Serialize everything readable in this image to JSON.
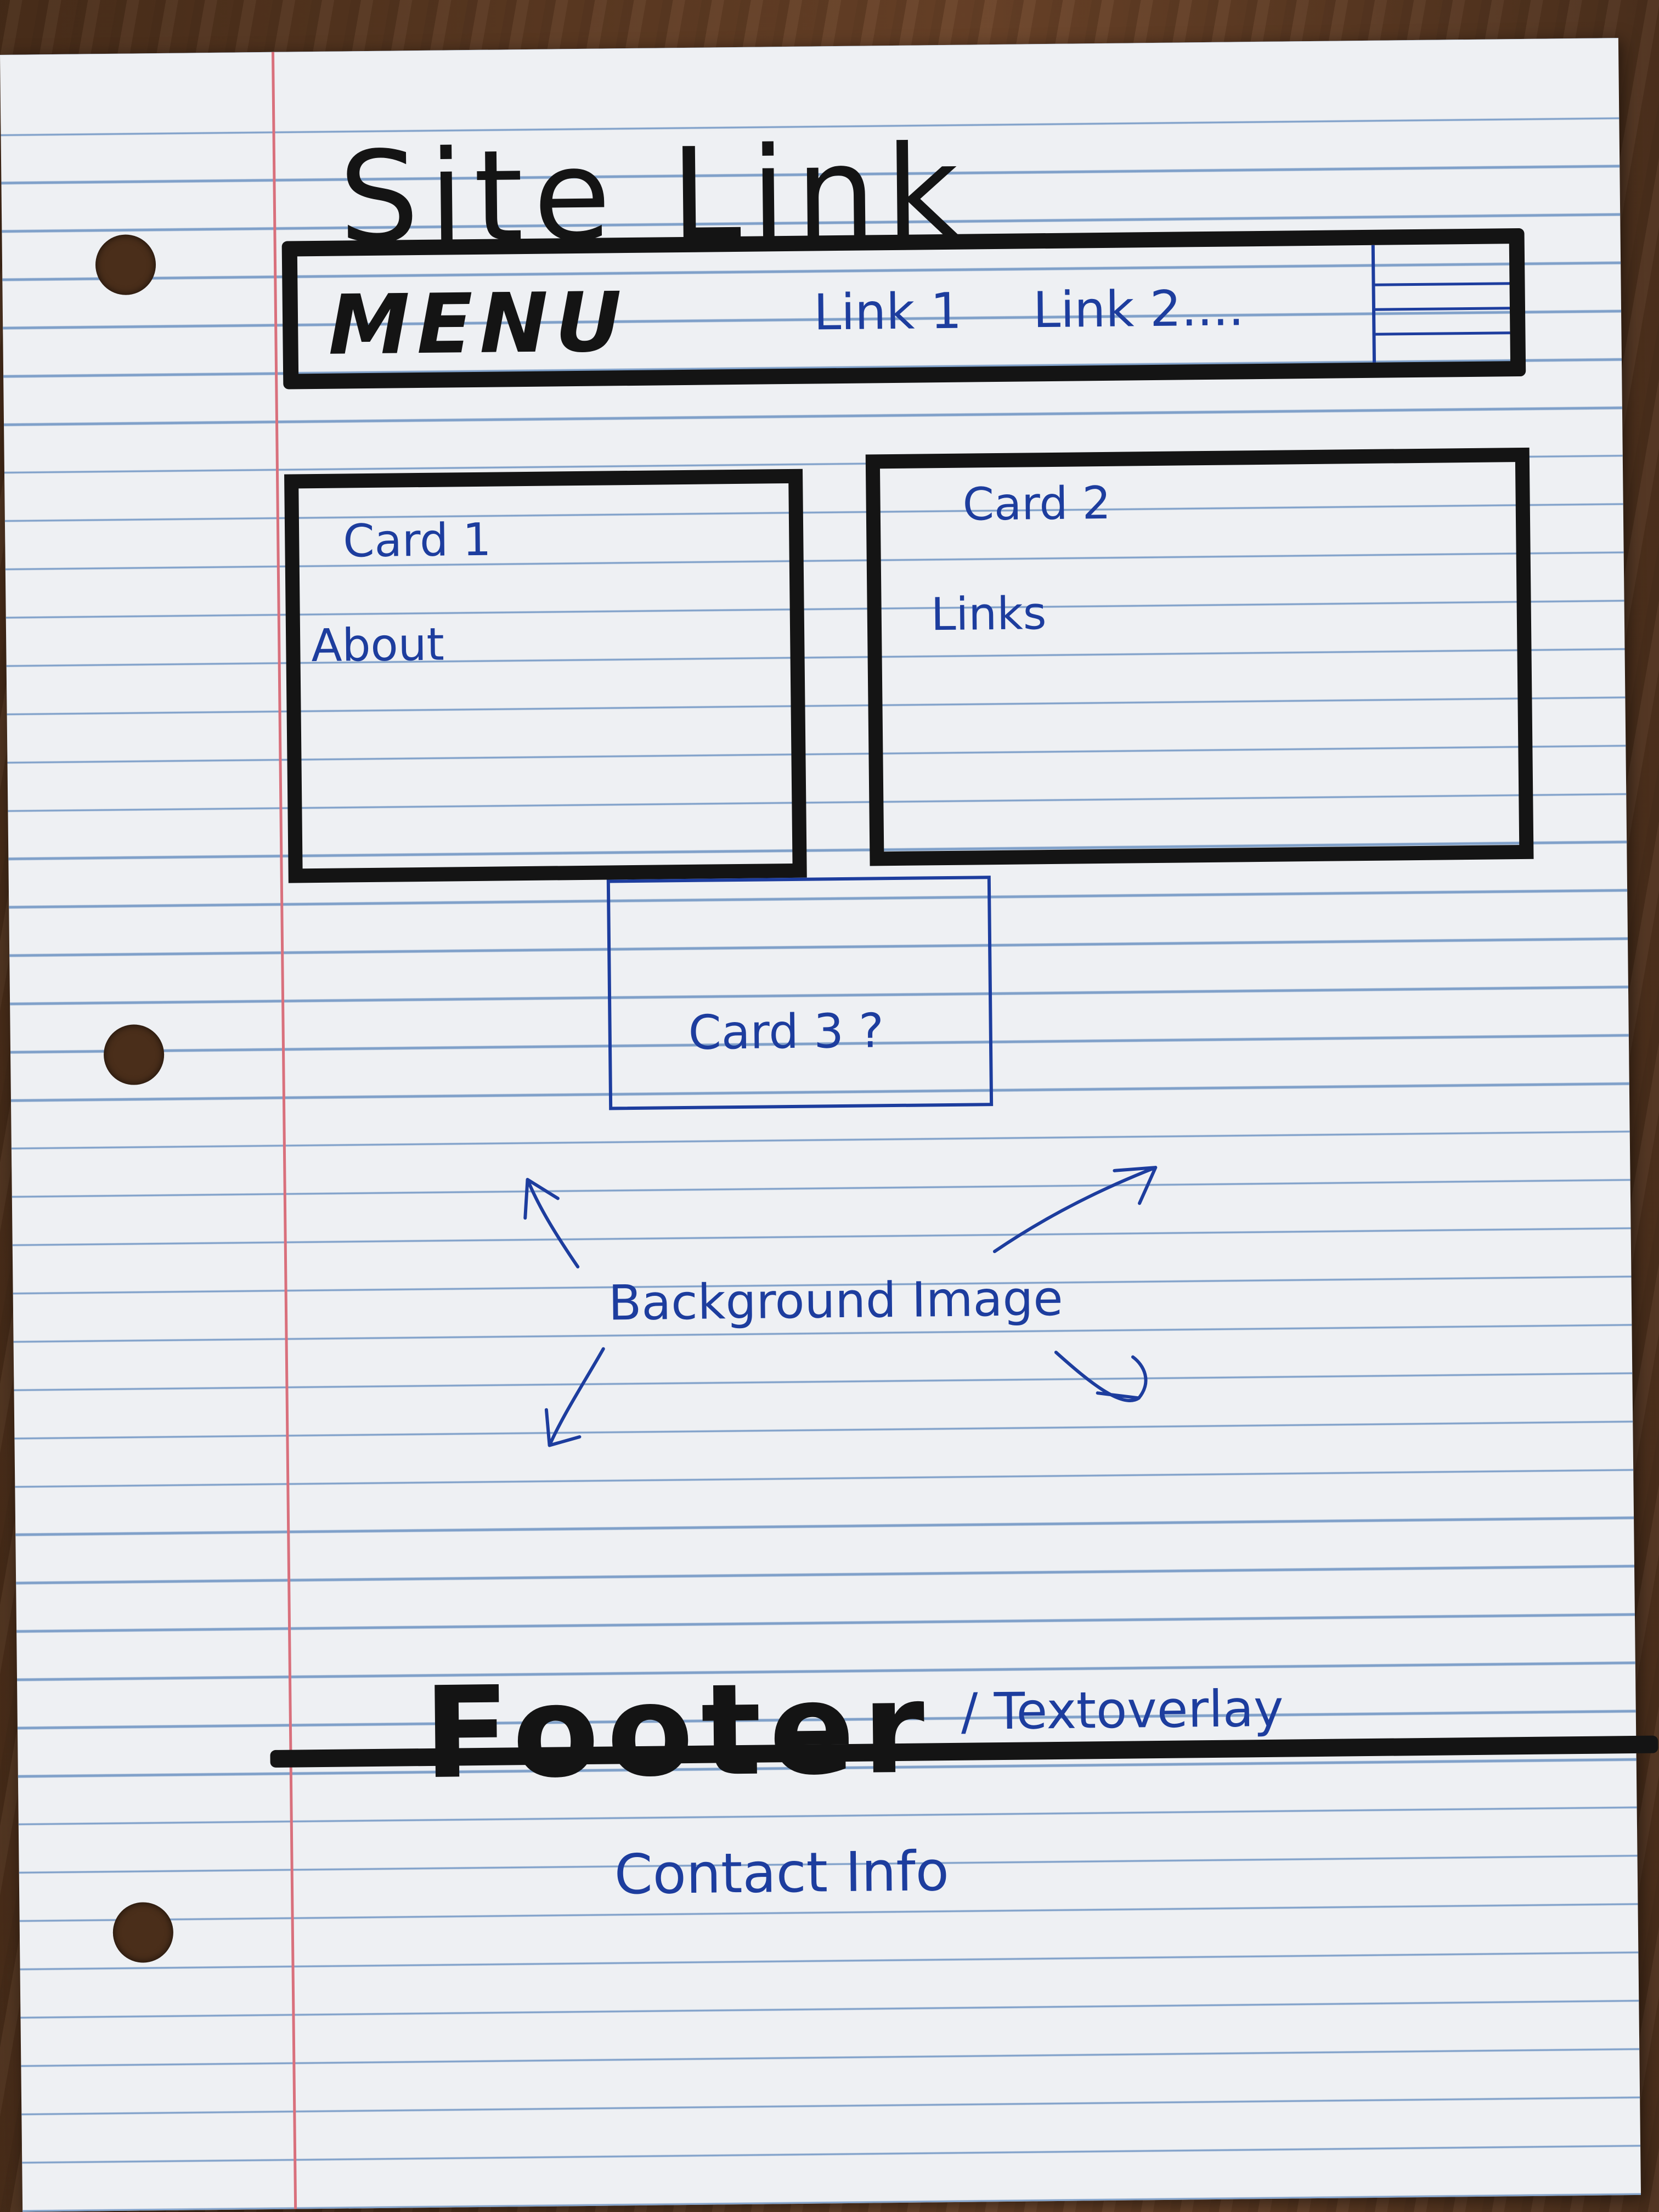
{
  "header": {
    "site_title": "Site Link"
  },
  "menu": {
    "label": "MENU",
    "links": [
      "Link 1",
      "Link 2...."
    ],
    "hamburger_icon": "hamburger-icon"
  },
  "cards": [
    {
      "title": "Card 1",
      "body": "About"
    },
    {
      "title": "Card 2",
      "body": "Links"
    },
    {
      "title": "Card 3 ?"
    }
  ],
  "background_note": "Background Image",
  "footer": {
    "title": "Footer",
    "overlay_note": "/ Textoverlay",
    "contact": "Contact Info"
  },
  "colors": {
    "marker": "#141414",
    "pen": "#1d3d9e",
    "paper": "#eef0f3",
    "rule_lines": "#7fa0c9",
    "margin_line": "#d9707c"
  }
}
